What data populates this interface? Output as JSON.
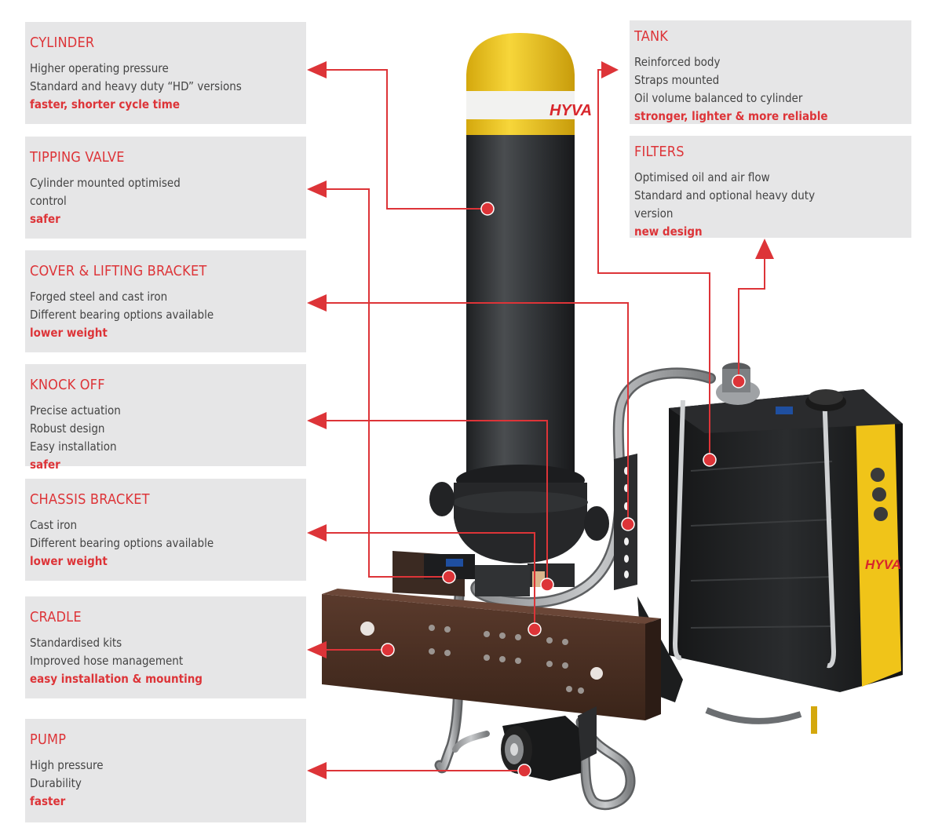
{
  "panels": {
    "cylinder": {
      "title": "CYLINDER",
      "lines": [
        "Higher operating pressure",
        "Standard and heavy duty “HD” versions"
      ],
      "highlight": "faster, shorter cycle time"
    },
    "tipping_valve": {
      "title": "TIPPING VALVE",
      "lines": [
        "Cylinder mounted optimised",
        "control"
      ],
      "highlight": "safer"
    },
    "cover": {
      "title": "COVER & LIFTING BRACKET",
      "lines": [
        "Forged steel and cast iron",
        "Different bearing options available"
      ],
      "highlight": "lower weight"
    },
    "knock_off": {
      "title": "KNOCK OFF",
      "lines": [
        "Precise actuation",
        "Robust design",
        "Easy installation"
      ],
      "highlight": "safer"
    },
    "chassis": {
      "title": "CHASSIS BRACKET",
      "lines": [
        "Cast iron",
        "Different bearing options available"
      ],
      "highlight": "lower weight"
    },
    "cradle": {
      "title": "CRADLE",
      "lines": [
        "Standardised kits",
        "Improved hose management"
      ],
      "highlight": "easy installation & mounting"
    },
    "pump": {
      "title": "PUMP",
      "lines": [
        "High pressure",
        "Durability"
      ],
      "highlight": "faster"
    },
    "tank": {
      "title": "TANK",
      "lines": [
        "Reinforced body",
        "Straps mounted",
        "Oil volume balanced to cylinder"
      ],
      "highlight": "stronger, lighter & more reliable"
    },
    "filters": {
      "title": "FILTERS",
      "lines": [
        "Optimised oil and air flow",
        "Standard and optional heavy duty",
        "version"
      ],
      "highlight": "new design"
    }
  },
  "logos": {
    "cylinder_logo": "HYVA",
    "tank_logo": "HYVA"
  },
  "colors": {
    "accent": "#dd3438",
    "panel_bg": "#e6e6e7",
    "cylinder_body": "#2d2f31",
    "cap": "#f2c81d",
    "cradle": "#4a2f24",
    "tank_side": "#f0c419"
  }
}
